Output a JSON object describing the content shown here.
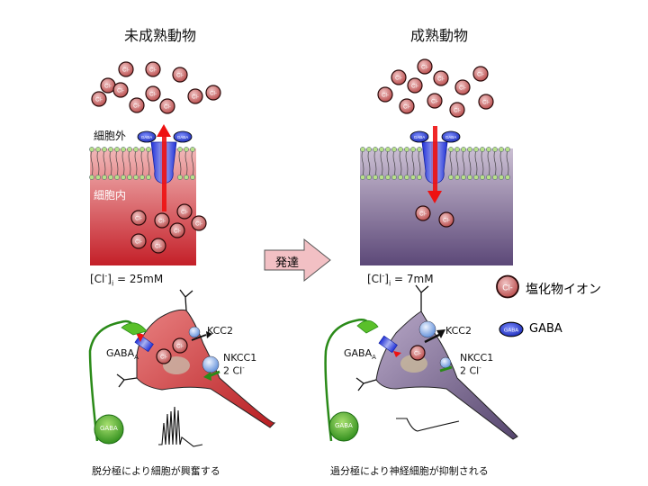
{
  "left_panel": {
    "title": "未成熟動物",
    "outside_label": "細胞外",
    "inside_label": "細胞内",
    "concentration_prefix": "[Cl",
    "concentration_sup": "-",
    "concentration_mid": "]",
    "concentration_sub": "i",
    "concentration_value": " = 25mM",
    "caption": "脱分極により細胞が興奮する",
    "gradient_top": "#f0b0b0",
    "gradient_bottom": "#c0202a",
    "ions_inside_count": 7,
    "flow_direction": "out"
  },
  "right_panel": {
    "title": "成熟動物",
    "concentration_prefix": "[Cl",
    "concentration_sup": "-",
    "concentration_mid": "]",
    "concentration_sub": "i",
    "concentration_value": " = 7mM",
    "caption": "過分極により神経細胞が抑制される",
    "gradient_top": "#c8bcd0",
    "gradient_bottom": "#5e4a7a",
    "ions_inside_count": 2,
    "flow_direction": "in"
  },
  "arrow": {
    "label": "発達",
    "fill": "#f2c0c4"
  },
  "legend": [
    {
      "icon": "chloride-ion-icon",
      "label": "塩化物イオン"
    },
    {
      "icon": "gaba-molecule-icon",
      "label": "GABA"
    }
  ],
  "ion_label": "Cl-",
  "gaba_label": "GABA",
  "neuron_labels": {
    "gaba_a": "GABA",
    "gaba_a_sub": "A",
    "kcc2": "KCC2",
    "nkcc1": "NKCC1",
    "nkcc1_ions": "2 Cl",
    "nkcc1_ions_sup": "-",
    "presynaptic": "GABA"
  },
  "colors": {
    "ion_fill": "#c65a5a",
    "gaba_blue": "#2233cc",
    "channel_blue": "#3344dd",
    "red_arrow": "#ee1111",
    "presynaptic_green": "#3aa02a",
    "left_neuron": "#cc2a2a",
    "right_neuron": "#6a5a8a",
    "lipid_head": "#b8e08a"
  }
}
